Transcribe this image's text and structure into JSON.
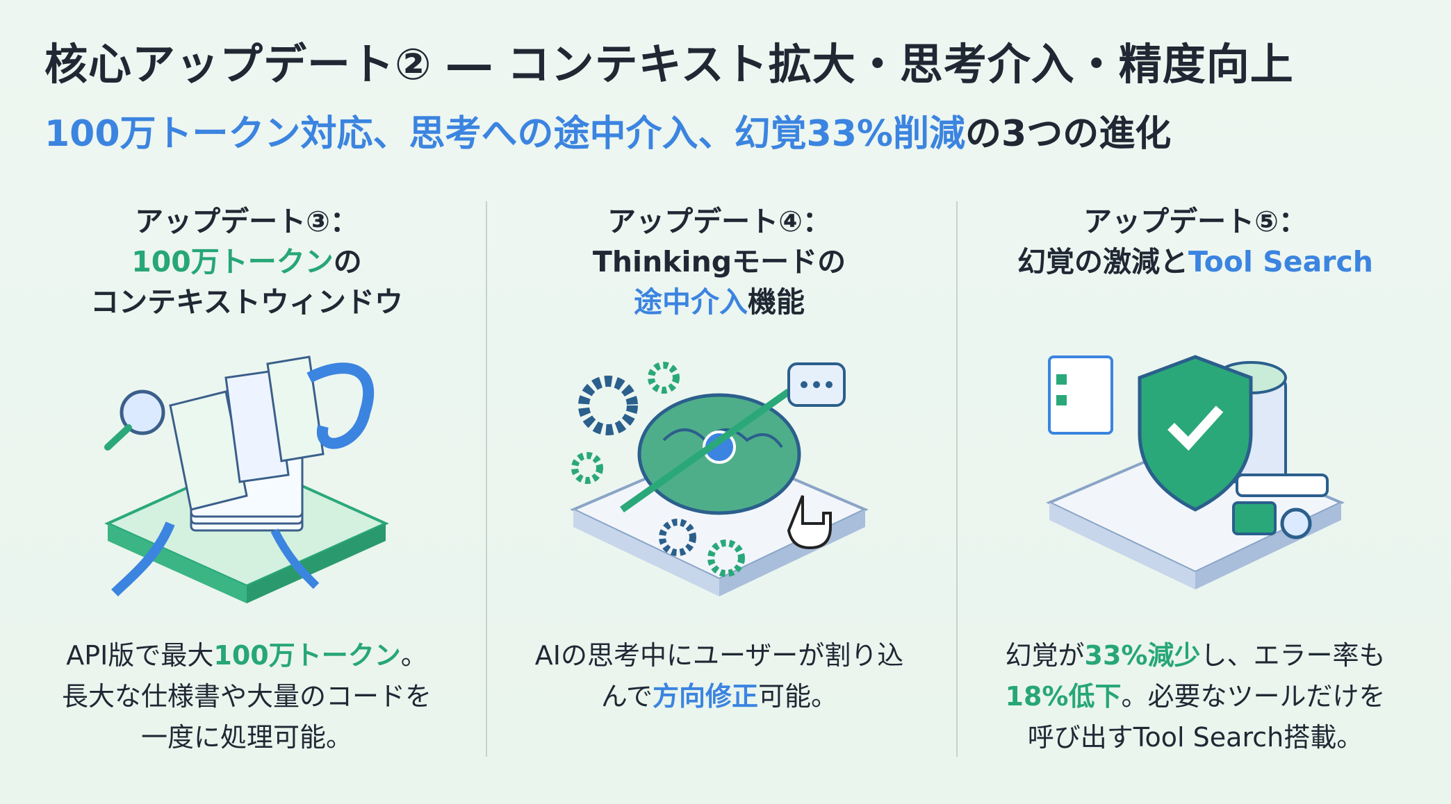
{
  "title": "核心アップデート② ― コンテキスト拡大・思考介入・精度向上",
  "subtitle": {
    "blue": "100万トークン対応、思考への途中介入、幻覚33%削減",
    "dark": "の3つの進化"
  },
  "columns": [
    {
      "label": "アップデート③：",
      "line2_green": "100万トークン",
      "line2_rest": "の",
      "line3": "コンテキストウィンドウ",
      "body": [
        {
          "a": "API版で最大",
          "g": "100万トークン",
          "b": "。"
        },
        {
          "a": "長大な仕様書や大量のコードを"
        },
        {
          "a": "一度に処理可能。"
        }
      ]
    },
    {
      "label": "アップデート④：",
      "line2": "Thinkingモードの",
      "line3_blue": "途中介入",
      "line3_rest": "機能",
      "body": [
        {
          "a": "AIの思考中にユーザーが割り込"
        },
        {
          "a": "んで",
          "bl": "方向修正",
          "b": "可能。"
        }
      ]
    },
    {
      "label": "アップデート⑤：",
      "line2_rest": "幻覚の激減と",
      "line2_blue": "Tool Search",
      "body": [
        {
          "a": "幻覚が",
          "g": "33%減少",
          "b": "し、エラー率も"
        },
        {
          "g": "18%低下",
          "b": "。必要なツールだけを"
        },
        {
          "a": "呼び出すTool Search搭載。"
        }
      ]
    }
  ],
  "colors": {
    "green": "#27a678",
    "blue": "#3b84e0",
    "text": "#1f2833"
  }
}
